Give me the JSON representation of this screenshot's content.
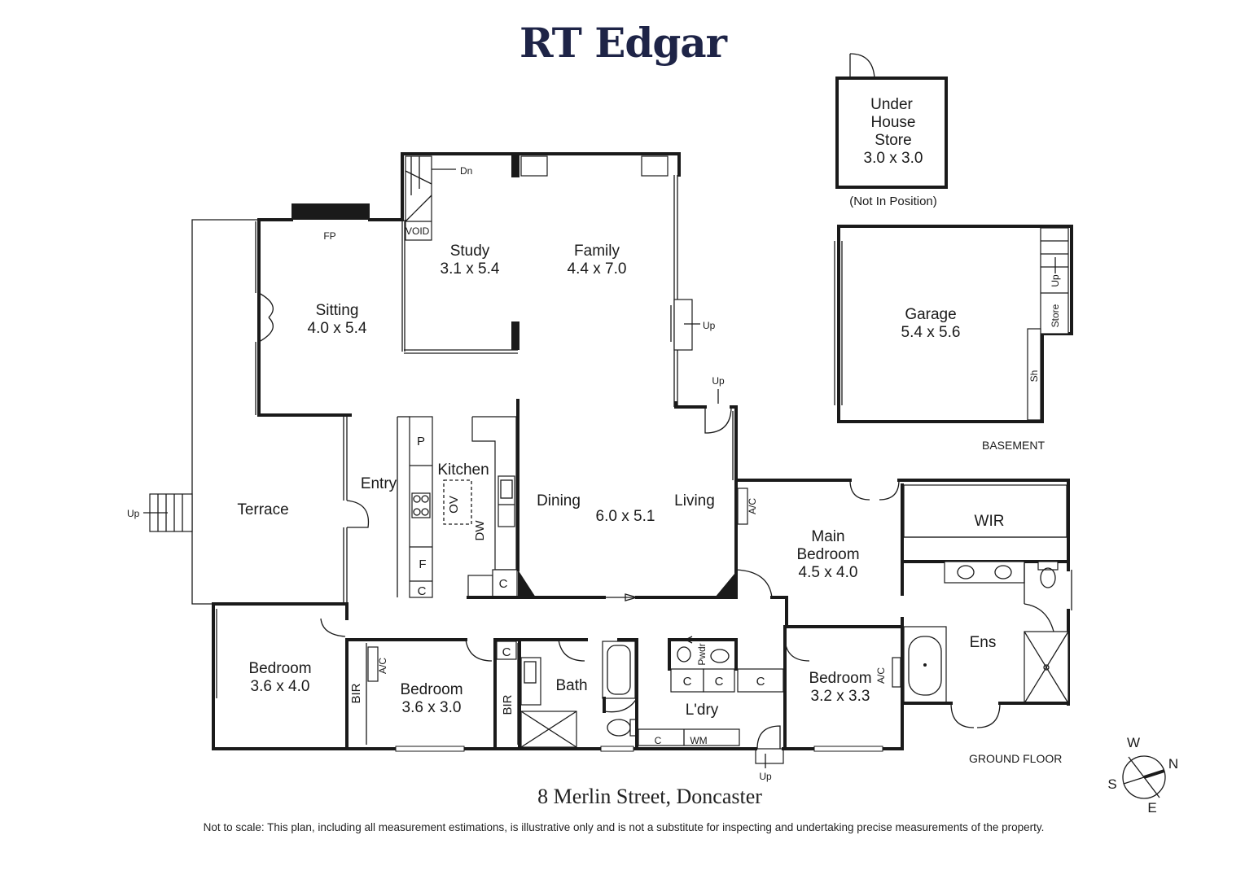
{
  "brand": "RT Edgar",
  "address": "8 Merlin Street, Doncaster",
  "disclaimer": "Not to scale: This plan, including all measurement estimations, is illustrative only and is not a substitute for inspecting and undertaking precise measurements of the property.",
  "floor_labels": {
    "ground": "GROUND FLOOR",
    "basement": "BASEMENT"
  },
  "compass": {
    "w": "W",
    "n": "N",
    "s": "S",
    "e": "E"
  },
  "rooms": {
    "study": {
      "name": "Study",
      "size": "3.1 x 5.4"
    },
    "family": {
      "name": "Family",
      "size": "4.4 x 7.0"
    },
    "sitting": {
      "name": "Sitting",
      "size": "4.0 x 5.4"
    },
    "terrace": {
      "name": "Terrace"
    },
    "entry": {
      "name": "Entry"
    },
    "kitchen": {
      "name": "Kitchen"
    },
    "dining": {
      "name": "Dining"
    },
    "living": {
      "name": "Living"
    },
    "dining_living_size": "6.0 x 5.1",
    "main_bedroom": {
      "line1": "Main",
      "line2": "Bedroom",
      "size": "4.5 x 4.0"
    },
    "wir": {
      "name": "WIR"
    },
    "ens": {
      "name": "Ens"
    },
    "bedroom_a": {
      "name": "Bedroom",
      "size": "3.6 x 4.0"
    },
    "bedroom_b": {
      "name": "Bedroom",
      "size": "3.6 x 3.0"
    },
    "bedroom_c": {
      "name": "Bedroom",
      "size": "3.2 x 3.3"
    },
    "bath": {
      "name": "Bath"
    },
    "laundry": {
      "name": "L'dry"
    },
    "garage": {
      "name": "Garage",
      "size": "5.4 x 5.6"
    },
    "store": {
      "line1": "Under",
      "line2": "House",
      "line3": "Store",
      "size": "3.0 x 3.0",
      "note": "(Not In Position)"
    }
  },
  "fixtures": {
    "fp": "FP",
    "void": "VOID",
    "dn": "Dn",
    "up": "Up",
    "pantry": "P",
    "fridge": "F",
    "oven": "OV",
    "dishwasher": "DW",
    "cupboard": "C",
    "ac": "A/C",
    "bir": "BIR",
    "powder": "Pwdr",
    "washing_machine": "WM",
    "store_small": "Store",
    "shelf": "Sh"
  }
}
